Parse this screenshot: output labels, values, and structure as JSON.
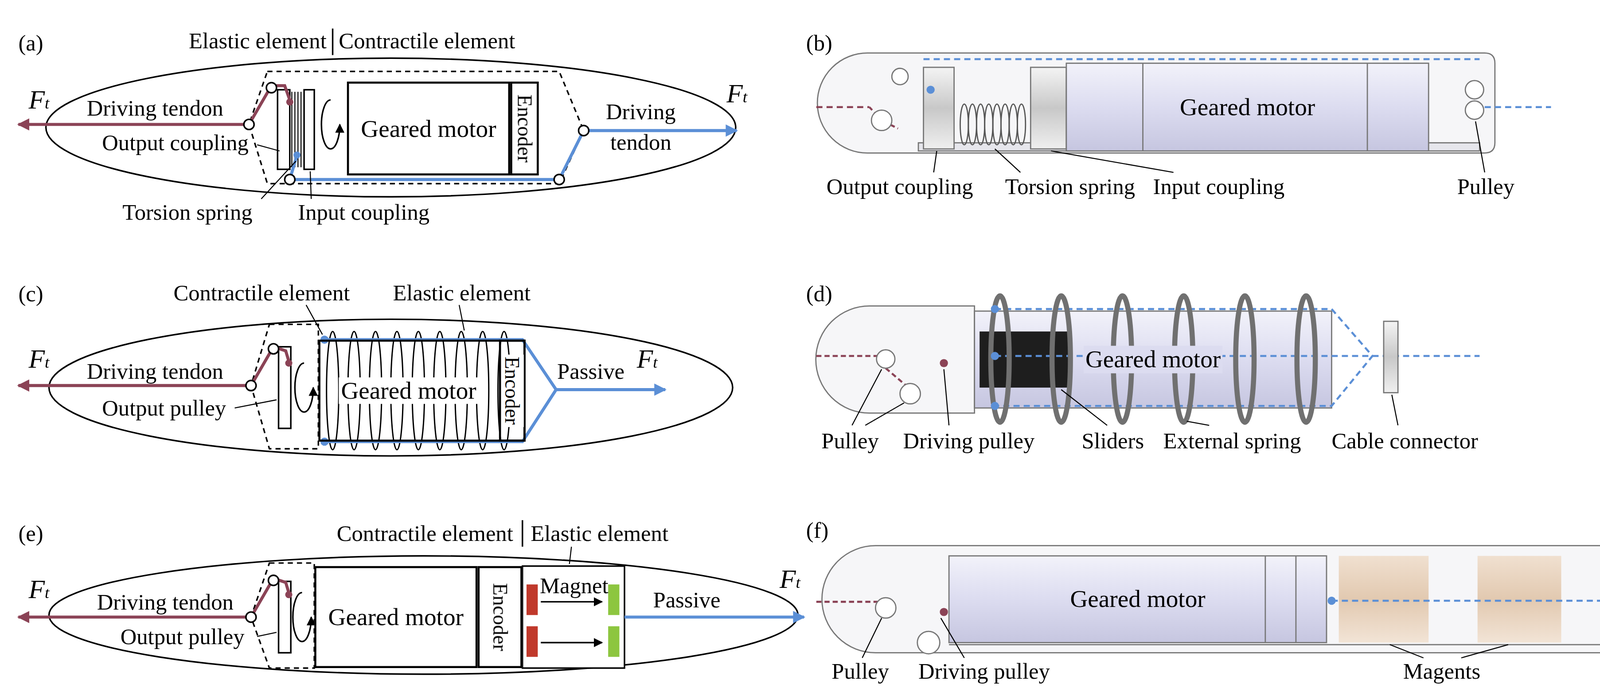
{
  "diagram": {
    "nodes": [
      {
        "text": [
          "Geared motor"
        ]
      },
      {
        "text": [
          "Encoder"
        ]
      },
      {
        "text": [
          "Geared motor"
        ]
      },
      {
        "text": [
          "Geared motor"
        ]
      },
      {
        "text": [
          "Encoder"
        ],
        "in": 3
      },
      {
        "text": [
          "Geared motor"
        ]
      },
      {
        "text": [
          "Geared motor"
        ]
      },
      {
        "text": [
          "Encoder"
        ]
      },
      {
        "text": [
          "Geared motor"
        ]
      }
    ],
    "labels": [
      "(a)",
      "Elastic element",
      "Contractile element",
      "Ft",
      "Driving tendon",
      "Output coupling",
      "Ft",
      "Driving tendon",
      "Torsion spring",
      "Input coupling",
      "(b)",
      "Output coupling",
      "Torsion spring",
      "Input coupling",
      "Pulley",
      "(c)",
      "Contractile element",
      "Elastic element",
      "Ft",
      "Driving tendon",
      "Output pulley",
      "Passive",
      "Ft",
      "(d)",
      "Pulley",
      "Driving pulley",
      "Sliders",
      "External spring",
      "Cable connector",
      "(e)",
      "Contractile element",
      "Elastic element",
      "Ft",
      "Driving tendon",
      "Output pulley",
      "Magnet",
      "Passive",
      "Ft",
      "(f)",
      "Pulley",
      "Driving pulley",
      "Magents"
    ]
  }
}
